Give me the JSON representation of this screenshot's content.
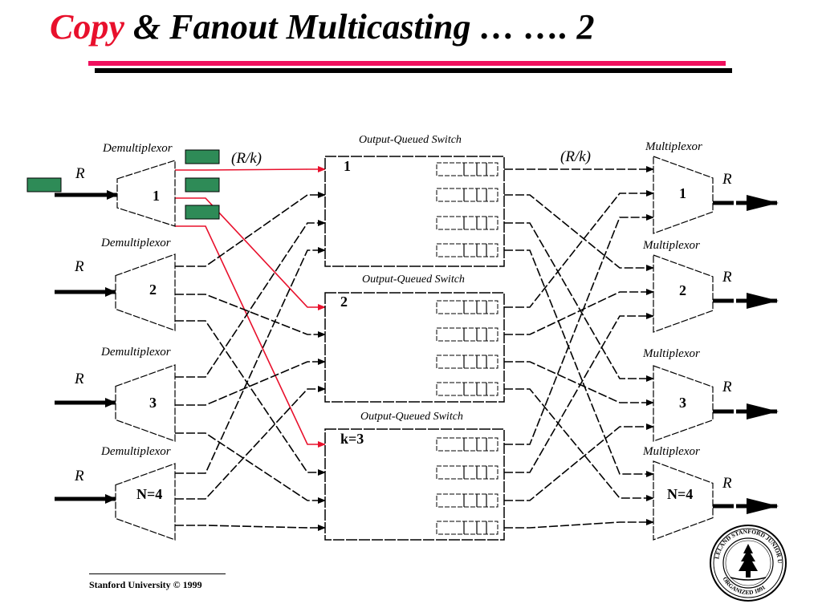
{
  "title": {
    "accent_word": "Copy",
    "rest": " & Fanout Multicasting  … …. 2"
  },
  "colors": {
    "title_accent": "#e8102c",
    "pink_rule": "#f0105e",
    "packet": "#2e8b57",
    "fanout_lines": "#e8102c"
  },
  "inputs": [
    {
      "label": "Demultiplexor",
      "rate": "R",
      "id": "1"
    },
    {
      "label": "Demultiplexor",
      "rate": "R",
      "id": "2"
    },
    {
      "label": "Demultiplexor",
      "rate": "R",
      "id": "3"
    },
    {
      "label": "Demultiplexor",
      "rate": "R",
      "id": "N=4"
    }
  ],
  "switches": [
    {
      "label": "Output-Queued Switch",
      "id": "1"
    },
    {
      "label": "Output-Queued Switch",
      "id": "2"
    },
    {
      "label": "Output-Queued Switch",
      "id": "k=3"
    }
  ],
  "outputs": [
    {
      "label": "Multiplexor",
      "rate": "R",
      "id": "1"
    },
    {
      "label": "Multiplexor",
      "rate": "R",
      "id": "2"
    },
    {
      "label": "Multiplexor",
      "rate": "R",
      "id": "3"
    },
    {
      "label": "Multiplexor",
      "rate": "R",
      "id": "N=4"
    }
  ],
  "rate_labels": {
    "internal_in": "(R/k)",
    "internal_out": "(R/k)"
  },
  "footer": "Stanford University © 1999",
  "seal_icon": "stanford-seal-icon"
}
